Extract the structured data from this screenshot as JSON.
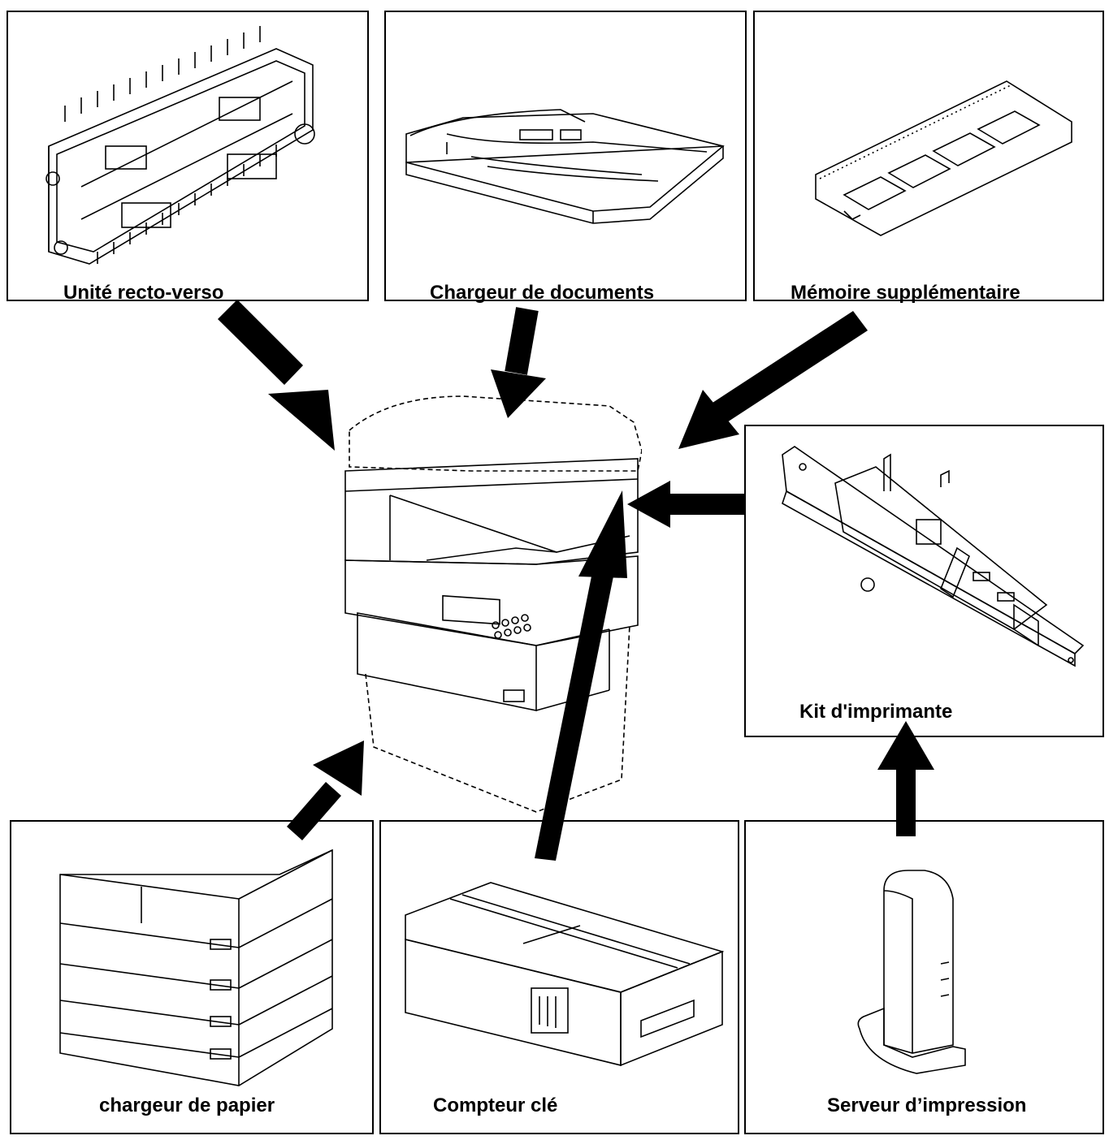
{
  "options": {
    "duplex": {
      "label": "Unité recto-verso"
    },
    "docfeeder": {
      "label": "Chargeur de documents"
    },
    "memory": {
      "label": "Mémoire supplémentaire"
    },
    "printer": {
      "label": "Kit d'imprimante"
    },
    "paper": {
      "label": "chargeur de papier"
    },
    "keycounter": {
      "label": "Compteur clé"
    },
    "server": {
      "label": "Serveur d’impression"
    }
  }
}
